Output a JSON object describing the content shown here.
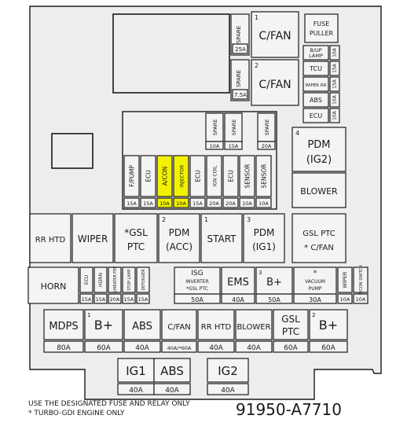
{
  "relays_top": {
    "cfan1": {
      "index": "1",
      "label": "C/FAN"
    },
    "cfan2": {
      "index": "2",
      "label": "C/FAN"
    },
    "pdm_ig2": {
      "index": "4",
      "label_line1": "PDM",
      "label_line2": "(IG2)"
    },
    "blower": {
      "label": "BLOWER"
    }
  },
  "top_spares": [
    {
      "name": "SPARE",
      "amp": "25A"
    },
    {
      "name": "SPARE",
      "amp": "7.5A"
    }
  ],
  "fuse_puller": {
    "line1": "FUSE",
    "line2": "PULLER"
  },
  "right_minis": [
    {
      "label_line1": "B/UP",
      "label_line2": "LAMP",
      "amp": "10A"
    },
    {
      "label_line1": "TCU",
      "label_line2": "",
      "amp": "15A"
    },
    {
      "label_line1": "WIPER RR",
      "label_line2": "",
      "amp": "15A"
    },
    {
      "label_line1": "ABS",
      "label_line2": "",
      "amp": "10A"
    },
    {
      "label_line1": "ECU",
      "label_line2": "",
      "amp": "10A"
    }
  ],
  "top_spare_row": [
    {
      "name": "SPARE",
      "amp": "10A"
    },
    {
      "name": "SPARE",
      "amp": "15A"
    },
    {
      "name": "SPARE",
      "amp": "20A"
    }
  ],
  "mini_fuses": [
    {
      "name": "F/PUMP",
      "amp": "15A",
      "highlight": false
    },
    {
      "name": "ECU",
      "amp": "15A",
      "highlight": false
    },
    {
      "name": "A/CON",
      "amp": "10A",
      "highlight": true
    },
    {
      "name": "INJECTOR",
      "amp": "10A",
      "highlight": true
    },
    {
      "name": "ECU",
      "amp": "15A",
      "highlight": false
    },
    {
      "name": "IGN COIL",
      "amp": "20A",
      "highlight": false
    },
    {
      "name": "ECU",
      "amp": "20A",
      "highlight": false
    },
    {
      "name": "SENSOR",
      "amp": "10A",
      "highlight": false
    },
    {
      "name": "SENSOR",
      "amp": "10A",
      "highlight": false
    }
  ],
  "relay_row": [
    {
      "index": "",
      "line1": "RR HTD",
      "line2": ""
    },
    {
      "index": "",
      "line1": "WIPER",
      "line2": ""
    },
    {
      "index": "",
      "line1": "*GSL",
      "line2": "PTC"
    },
    {
      "index": "2",
      "line1": "PDM",
      "line2": "(ACC)"
    },
    {
      "index": "1",
      "line1": "START",
      "line2": ""
    },
    {
      "index": "3",
      "line1": "PDM",
      "line2": "(IG1)"
    },
    {
      "index": "",
      "line1": "GSL PTC",
      "line2": "* C/FAN"
    }
  ],
  "horn_relay": {
    "label": "HORN"
  },
  "row4_minis": [
    {
      "name": "ECU",
      "amp": "15A"
    },
    {
      "name": "HORN",
      "amp": "15A"
    },
    {
      "name": "S/HEATER FRT",
      "amp": "20A"
    },
    {
      "name": "STOP LAMP",
      "amp": "15A"
    },
    {
      "name": "DEFOGGER",
      "amp": "15A"
    }
  ],
  "row4_fuses": [
    {
      "line1": "ISG",
      "line2": "INVERTER",
      "line3": "*GSL PTC",
      "amp": "50A"
    },
    {
      "line1": "EMS",
      "line2": "",
      "line3": "",
      "amp": "40A"
    },
    {
      "index": "3",
      "line1": "B+",
      "line2": "",
      "line3": "",
      "amp": "50A"
    },
    {
      "line1": "*",
      "line2": "VACUUM",
      "line3": "PUMP",
      "amp": "30A"
    }
  ],
  "row4_right_minis": [
    {
      "name": "WIPER",
      "amp": "10A"
    },
    {
      "name": "A/CON SWITCH",
      "amp": "10A"
    }
  ],
  "row5_fuses": [
    {
      "index": "",
      "line1": "MDPS",
      "line2": "",
      "amp": "80A"
    },
    {
      "index": "1",
      "line1": "B+",
      "line2": "",
      "amp": "60A"
    },
    {
      "index": "",
      "line1": "ABS",
      "line2": "",
      "amp": "40A"
    },
    {
      "index": "",
      "line1": "C/FAN",
      "line2": "",
      "amp": "40A/*60A"
    },
    {
      "index": "",
      "line1": "RR HTD",
      "line2": "",
      "amp": "40A"
    },
    {
      "index": "",
      "line1": "BLOWER",
      "line2": "",
      "amp": "40A"
    },
    {
      "index": "",
      "line1": "GSL",
      "line2": "PTC",
      "amp": "60A"
    },
    {
      "index": "2",
      "line1": "B+",
      "line2": "",
      "amp": "60A"
    }
  ],
  "row6_fuses": [
    {
      "line1": "IG1",
      "amp": "40A"
    },
    {
      "line1": "ABS",
      "amp": "40A"
    },
    {
      "line1": "IG2",
      "amp": "40A"
    }
  ],
  "footer": {
    "note_line1": "USE THE DESIGNATED FUSE AND RELAY ONLY",
    "note_line2": "* TURBO-GDI ENGINE ONLY",
    "part_number": "91950-A7710"
  },
  "colors": {
    "highlight": "#f2f200",
    "outline": "#1a1a1a",
    "panel": "#ededed"
  }
}
